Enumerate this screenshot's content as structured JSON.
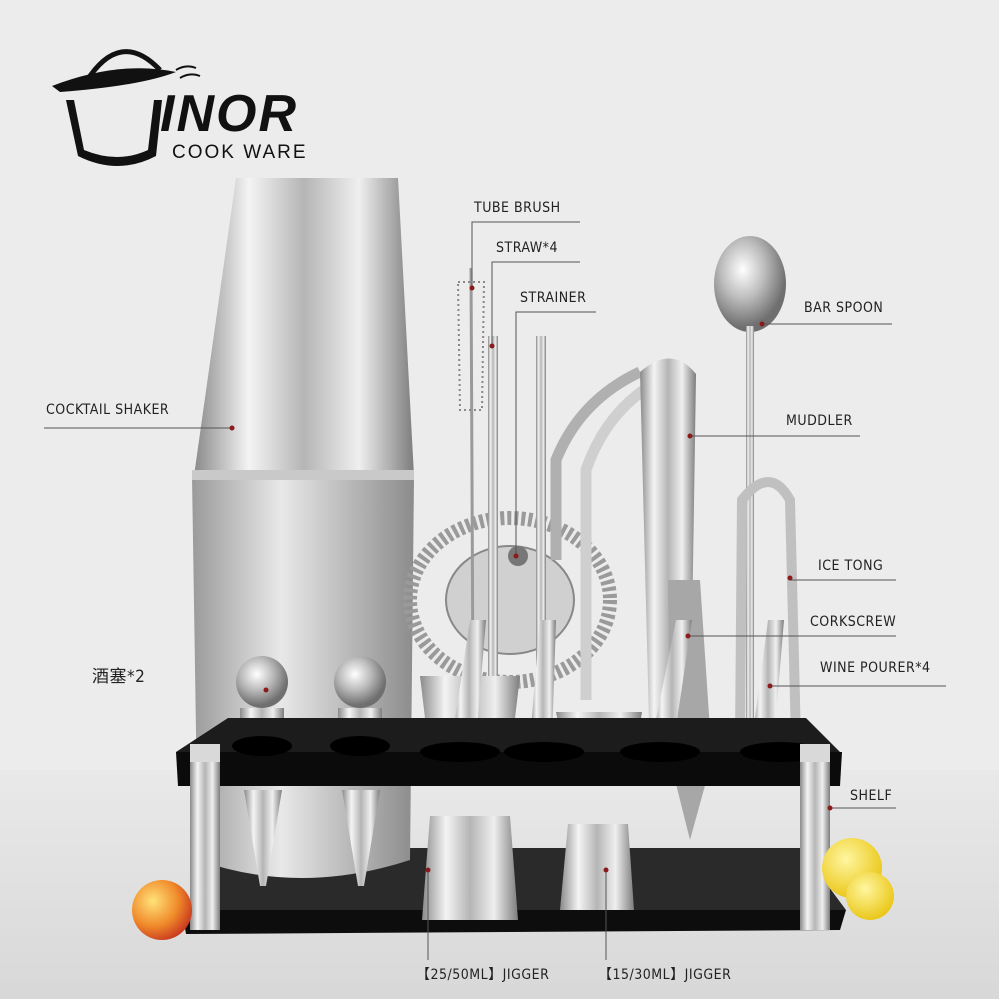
{
  "logo": {
    "brand": "INOR",
    "subtitle": "COOK WARE"
  },
  "labels": {
    "tube_brush": "TUBE BRUSH",
    "straw": "STRAW*4",
    "strainer": "STRAINER",
    "bar_spoon": "BAR SPOON",
    "cocktail_shaker": "COCKTAIL SHAKER",
    "muddler": "MUDDLER",
    "ice_tong": "ICE TONG",
    "corkscrew": "CORKSCREW",
    "wine_pourer": "WINE POURER*4",
    "stopper": "酒塞*2",
    "shelf": "SHELF",
    "jigger_large": "【25/50ML】JIGGER",
    "jigger_small": "【15/30ML】JIGGER"
  },
  "colors": {
    "background": "#ececec",
    "steel_light": "#f4f4f4",
    "steel_dark": "#8a8a8a",
    "shelf": "#1a1a1a",
    "callout_line": "#555555",
    "callout_dot": "#8b1a1a"
  }
}
